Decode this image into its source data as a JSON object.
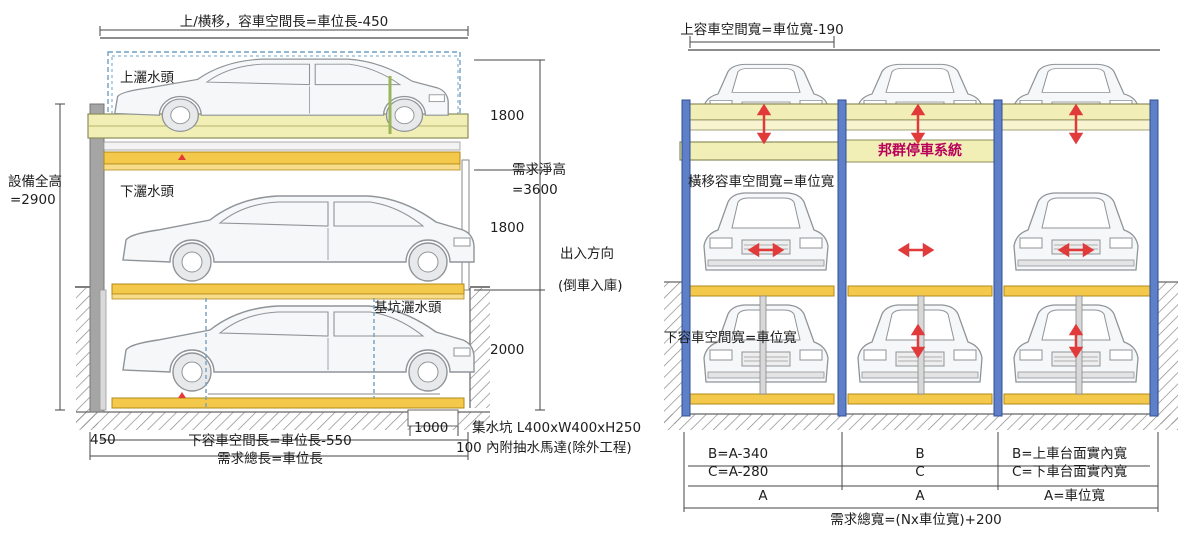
{
  "colors": {
    "car_outline": "#8f9498",
    "steel_blue": "#5f80c8",
    "platform_yellow": "#f4c84a",
    "frame_gray": "#9a9a9a",
    "arrow_red": "#e03a3a",
    "brand_pink": "#c00060",
    "hatch": "#888888"
  },
  "side_view": {
    "top_dim": "上/横移，容車空間長=車位長-450",
    "upper_sprinkler": "上灑水頭",
    "lower_sprinkler": "下灑水頭",
    "pit_sprinkler": "基坑灑水頭",
    "total_height_line1": "設備全高",
    "total_height_line2": "=2900",
    "clearance_line1": "需求淨高",
    "clearance_line2": "=3600",
    "h1": "1800",
    "h2": "1800",
    "h3": "2000",
    "entry_line1": "出入方向",
    "entry_line2": "(倒車入庫)",
    "sump": "集水坑 L400xW400xH250",
    "pump": "100 內附抽水馬達(除外工程)",
    "d450": "450",
    "d1000": "1000",
    "lower_space_len": "下容車空間長=車位長-550",
    "total_len": "需求總長=車位長"
  },
  "front_view": {
    "upper_width": "上容車空間寬=車位寬-190",
    "brand": "邦群停車系統",
    "traverse_width": "橫移容車空間寬=車位寬",
    "lower_width": "下容車空間寬=車位寬",
    "col1_b": "B=A-340",
    "col1_c": "C=A-280",
    "col1_a": "A",
    "col2_b": "B",
    "col2_c": "C",
    "col2_a": "A",
    "col3_b": "B=上車台面實內寬",
    "col3_c": "C=下車台面實內寬",
    "col3_a": "A=車位寬",
    "total_width": "需求總寬=(Nx車位寬)+200"
  }
}
